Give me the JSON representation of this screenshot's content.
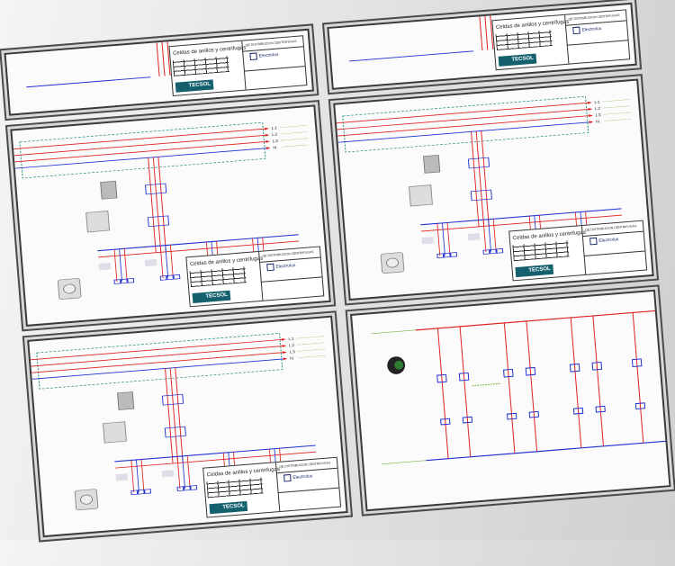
{
  "title_block": {
    "title": "Celdas de anillos y centrifugas",
    "company_logo": "TECSOL",
    "client_logo": "Electrolux",
    "document": "QE DISTRIBUCION CENTRIFUGAS"
  },
  "colors": {
    "power": "#e02020",
    "control": "#2030d0",
    "neutral_box": "#1b8a7a",
    "labels": "#7cb342"
  },
  "bus_labels": [
    "L1",
    "L2",
    "L3",
    "N"
  ]
}
